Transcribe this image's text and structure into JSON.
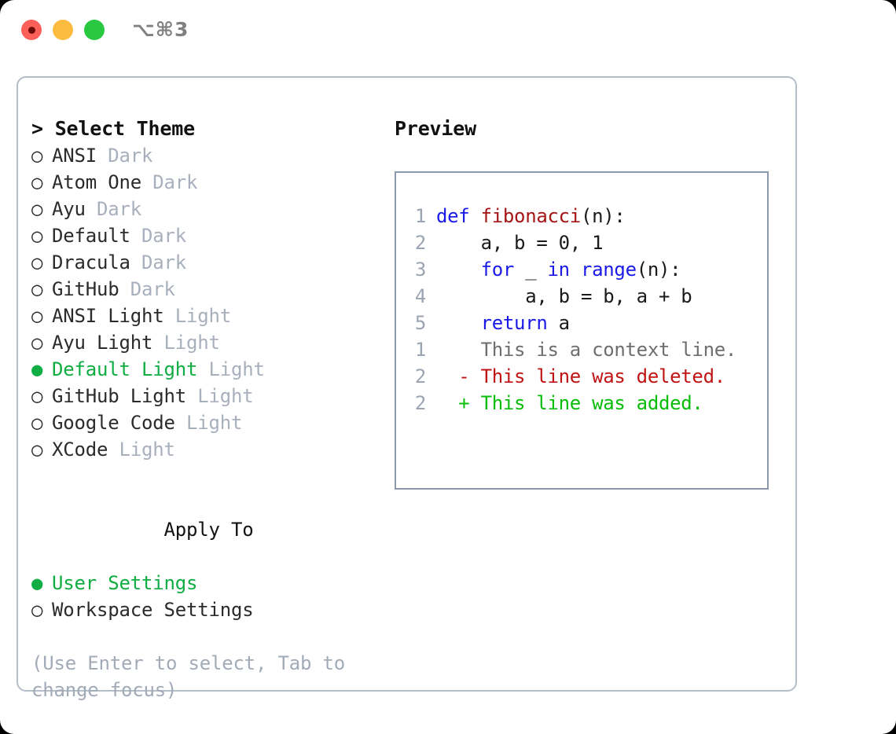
{
  "window": {
    "shortcut": "⌥⌘3",
    "traffic_lights": [
      {
        "name": "close",
        "color": "#fc6058"
      },
      {
        "name": "minimize",
        "color": "#fdbc40"
      },
      {
        "name": "maximize",
        "color": "#2ac840"
      }
    ]
  },
  "theme_picker": {
    "header": "> Select Theme",
    "selected_marker": "●",
    "unselected_marker": "○",
    "items": [
      {
        "marker": "○",
        "name": "ANSI",
        "tag": "Dark",
        "selected": false
      },
      {
        "marker": "○",
        "name": "Atom One",
        "tag": "Dark",
        "selected": false
      },
      {
        "marker": "○",
        "name": "Ayu",
        "tag": "Dark",
        "selected": false
      },
      {
        "marker": "○",
        "name": "Default",
        "tag": "Dark",
        "selected": false
      },
      {
        "marker": "○",
        "name": "Dracula",
        "tag": "Dark",
        "selected": false
      },
      {
        "marker": "○",
        "name": "GitHub",
        "tag": "Dark",
        "selected": false
      },
      {
        "marker": "○",
        "name": "ANSI Light",
        "tag": "Light",
        "selected": false
      },
      {
        "marker": "○",
        "name": "Ayu Light",
        "tag": "Light",
        "selected": false
      },
      {
        "marker": "●",
        "name": "Default Light",
        "tag": "Light",
        "selected": true
      },
      {
        "marker": "○",
        "name": "GitHub Light",
        "tag": "Light",
        "selected": false
      },
      {
        "marker": "○",
        "name": "Google Code",
        "tag": "Light",
        "selected": false
      },
      {
        "marker": "○",
        "name": "XCode",
        "tag": "Light",
        "selected": false
      }
    ]
  },
  "apply_to": {
    "label": "Apply To",
    "items": [
      {
        "marker": "●",
        "name": "User Settings",
        "selected": true
      },
      {
        "marker": "○",
        "name": "Workspace Settings",
        "selected": false
      }
    ]
  },
  "hint": "(Use Enter to select, Tab to change focus)",
  "preview": {
    "header": "Preview",
    "code_lines": [
      {
        "number": "1",
        "tokens": [
          {
            "text": "def ",
            "style": "kw"
          },
          {
            "text": "fibonacci",
            "style": "fn"
          },
          {
            "text": "(n):",
            "style": "pl"
          }
        ]
      },
      {
        "number": "2",
        "tokens": [
          {
            "text": "    a, b = 0, 1",
            "style": "pl"
          }
        ]
      },
      {
        "number": "3",
        "tokens": [
          {
            "text": "    ",
            "style": "pl"
          },
          {
            "text": "for",
            "style": "kw"
          },
          {
            "text": " _ ",
            "style": "pl"
          },
          {
            "text": "in",
            "style": "kw"
          },
          {
            "text": " ",
            "style": "pl"
          },
          {
            "text": "range",
            "style": "kw"
          },
          {
            "text": "(n):",
            "style": "pl"
          }
        ]
      },
      {
        "number": "4",
        "tokens": [
          {
            "text": "        a, b = b, a + b",
            "style": "pl"
          }
        ]
      },
      {
        "number": "5",
        "tokens": [
          {
            "text": "    ",
            "style": "pl"
          },
          {
            "text": "return",
            "style": "kw"
          },
          {
            "text": " a",
            "style": "pl"
          }
        ]
      }
    ],
    "diff_lines": [
      {
        "number": "1",
        "sign": " ",
        "text": "This is a context line.",
        "kind": "context"
      },
      {
        "number": "2",
        "sign": "-",
        "text": "This line was deleted.",
        "kind": "deleted"
      },
      {
        "number": "2",
        "sign": "+",
        "text": "This line was added.",
        "kind": "added"
      }
    ]
  },
  "colors": {
    "accent_green": "#10ad42",
    "muted_gray": "#a8b0bd",
    "keyword_blue": "#1a1ae6",
    "function_red": "#a41515",
    "diff_deleted": "#c01414",
    "diff_added": "#07bd07",
    "panel_border": "#b5bdc9",
    "preview_border": "#8b9aab"
  }
}
